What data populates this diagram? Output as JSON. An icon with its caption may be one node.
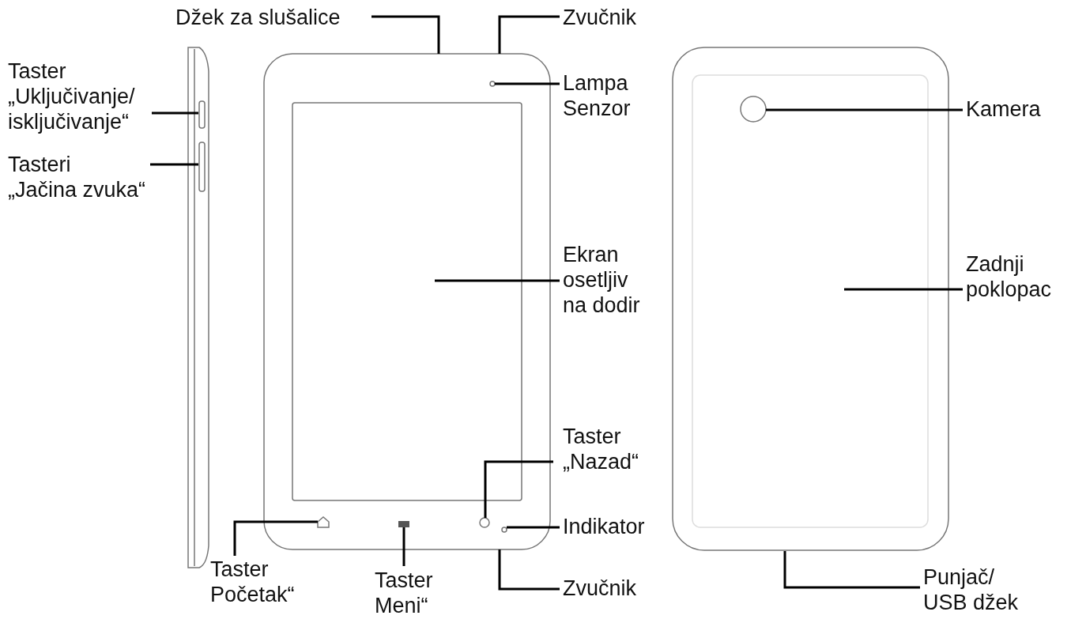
{
  "diagram": {
    "nodes": [
      {
        "text": [
          "Taster „Uključivanje/ isključivanje“"
        ]
      },
      {
        "text": [
          "Tasteri „Jačina zvuka“"
        ]
      },
      {
        "text": [
          "Džek za slušalice"
        ]
      },
      {
        "text": [
          "Zvučnik"
        ]
      },
      {
        "text": [
          "Lampa Senzor"
        ]
      },
      {
        "text": [
          "Ekran osetljiv na dodir"
        ]
      },
      {
        "text": [
          "Taster „Nazad“"
        ]
      },
      {
        "text": [
          "Indikator"
        ]
      },
      {
        "text": [
          "Zvučnik"
        ]
      },
      {
        "text": [
          "Taster Meni“"
        ]
      },
      {
        "text": [
          "Taster Početak“"
        ]
      },
      {
        "text": [
          "Kamera"
        ]
      },
      {
        "text": [
          "Zadnji poklopac"
        ]
      },
      {
        "text": [
          "Punjač/ USB džek"
        ]
      },
      {
        "text": [],
        "shape": "box"
      },
      {
        "text": [],
        "shape": "box"
      },
      {
        "text": [],
        "shape": "circle"
      },
      {
        "text": [],
        "shape": "box"
      },
      {
        "text": [],
        "shape": "circle"
      },
      {
        "text": [],
        "shape": "circle"
      },
      {
        "text": [],
        "shape": "bar"
      },
      {
        "text": [],
        "shape": "house"
      },
      {
        "text": [],
        "shape": "circle"
      }
    ],
    "edges": [
      {
        "from": 0,
        "to": 14,
        "arrow": "none"
      },
      {
        "from": 1,
        "to": 15,
        "arrow": "none"
      },
      {
        "from": 2,
        "to": null,
        "arrow": "none"
      },
      {
        "from": 3,
        "to": null,
        "arrow": "none"
      },
      {
        "from": 4,
        "to": 16,
        "arrow": "none"
      },
      {
        "from": 5,
        "to": 17,
        "arrow": "none"
      },
      {
        "from": 6,
        "to": 18,
        "arrow": "none"
      },
      {
        "from": 7,
        "to": 19,
        "arrow": "none"
      },
      {
        "from": 8,
        "to": null,
        "arrow": "none"
      },
      {
        "from": 9,
        "to": 20,
        "arrow": "none"
      },
      {
        "from": 10,
        "to": 21,
        "arrow": "none"
      },
      {
        "from": 11,
        "to": 22,
        "arrow": "none"
      },
      {
        "from": 12,
        "to": null,
        "arrow": "none"
      },
      {
        "from": 13,
        "to": null,
        "arrow": "none"
      }
    ]
  }
}
